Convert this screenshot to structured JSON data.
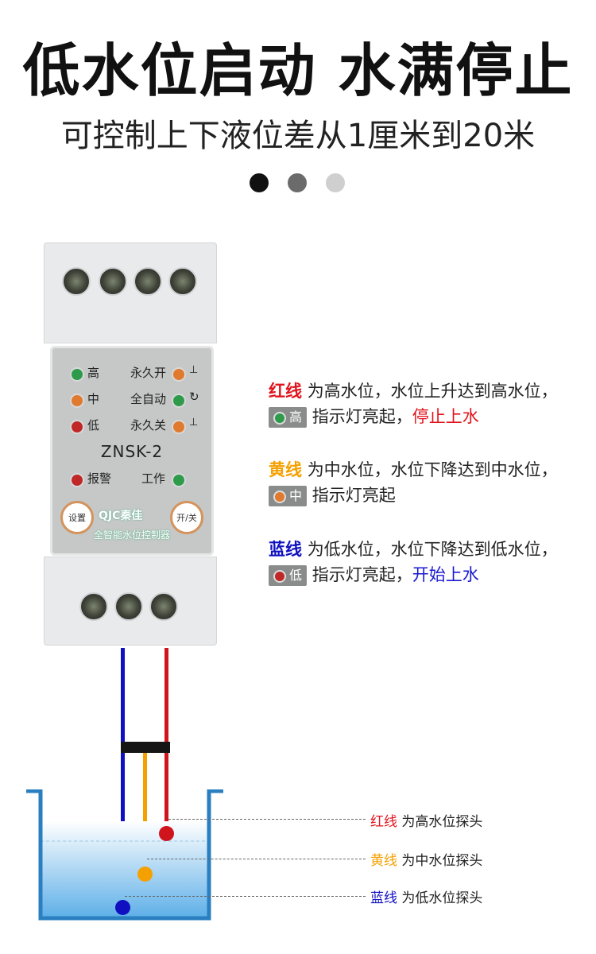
{
  "header": {
    "title": "低水位启动 水满停止",
    "subtitle": "可控制上下液位差从1厘米到20米"
  },
  "pager": {
    "dots": [
      "#111111",
      "#6b6b6b",
      "#cfcfcf"
    ]
  },
  "device": {
    "model": "ZNSK-2",
    "leds_left": [
      {
        "label": "高",
        "color": "#2e9b4a"
      },
      {
        "label": "中",
        "color": "#e07a2e"
      },
      {
        "label": "低",
        "color": "#c02828"
      }
    ],
    "leds_right": [
      {
        "label": "永久开",
        "color": "#e07a2e",
        "icon": "faucet-open-icon"
      },
      {
        "label": "全自动",
        "color": "#2e9b4a",
        "icon": "cycle-icon"
      },
      {
        "label": "永久关",
        "color": "#e07a2e",
        "icon": "faucet-closed-icon"
      }
    ],
    "alarm_label": "报警",
    "work_label": "工作",
    "set_button": "设置",
    "power_button": "开/关",
    "brand": "QJC秦佳",
    "brand_sub": "全智能水位控制器"
  },
  "descriptions": [
    {
      "wire": "红线",
      "wire_color": "#e0141c",
      "text": "为高水位，水位上升达到高水位，",
      "chip": "高",
      "chip_led": "#2e9b4a",
      "tail": "指示灯亮起，",
      "action": "停止上水",
      "action_color": "#e0141c"
    },
    {
      "wire": "黄线",
      "wire_color": "#f4a000",
      "text": "为中水位，水位下降达到中水位，",
      "chip": "中",
      "chip_led": "#e07a2e",
      "tail": "指示灯亮起",
      "action": "",
      "action_color": "#e0141c"
    },
    {
      "wire": "蓝线",
      "wire_color": "#1010c0",
      "text": "为低水位，水位下降达到低水位，",
      "chip": "低",
      "chip_led": "#c02828",
      "tail": "指示灯亮起，",
      "action": "开始上水",
      "action_color": "#1a1ad0"
    }
  ],
  "probes": [
    {
      "wire": "红线",
      "wire_color": "#e0141c",
      "label": "为高水位探头"
    },
    {
      "wire": "黄线",
      "wire_color": "#f4a000",
      "label": "为中水位探头"
    },
    {
      "wire": "蓝线",
      "wire_color": "#1010c0",
      "label": "为低水位探头"
    }
  ]
}
